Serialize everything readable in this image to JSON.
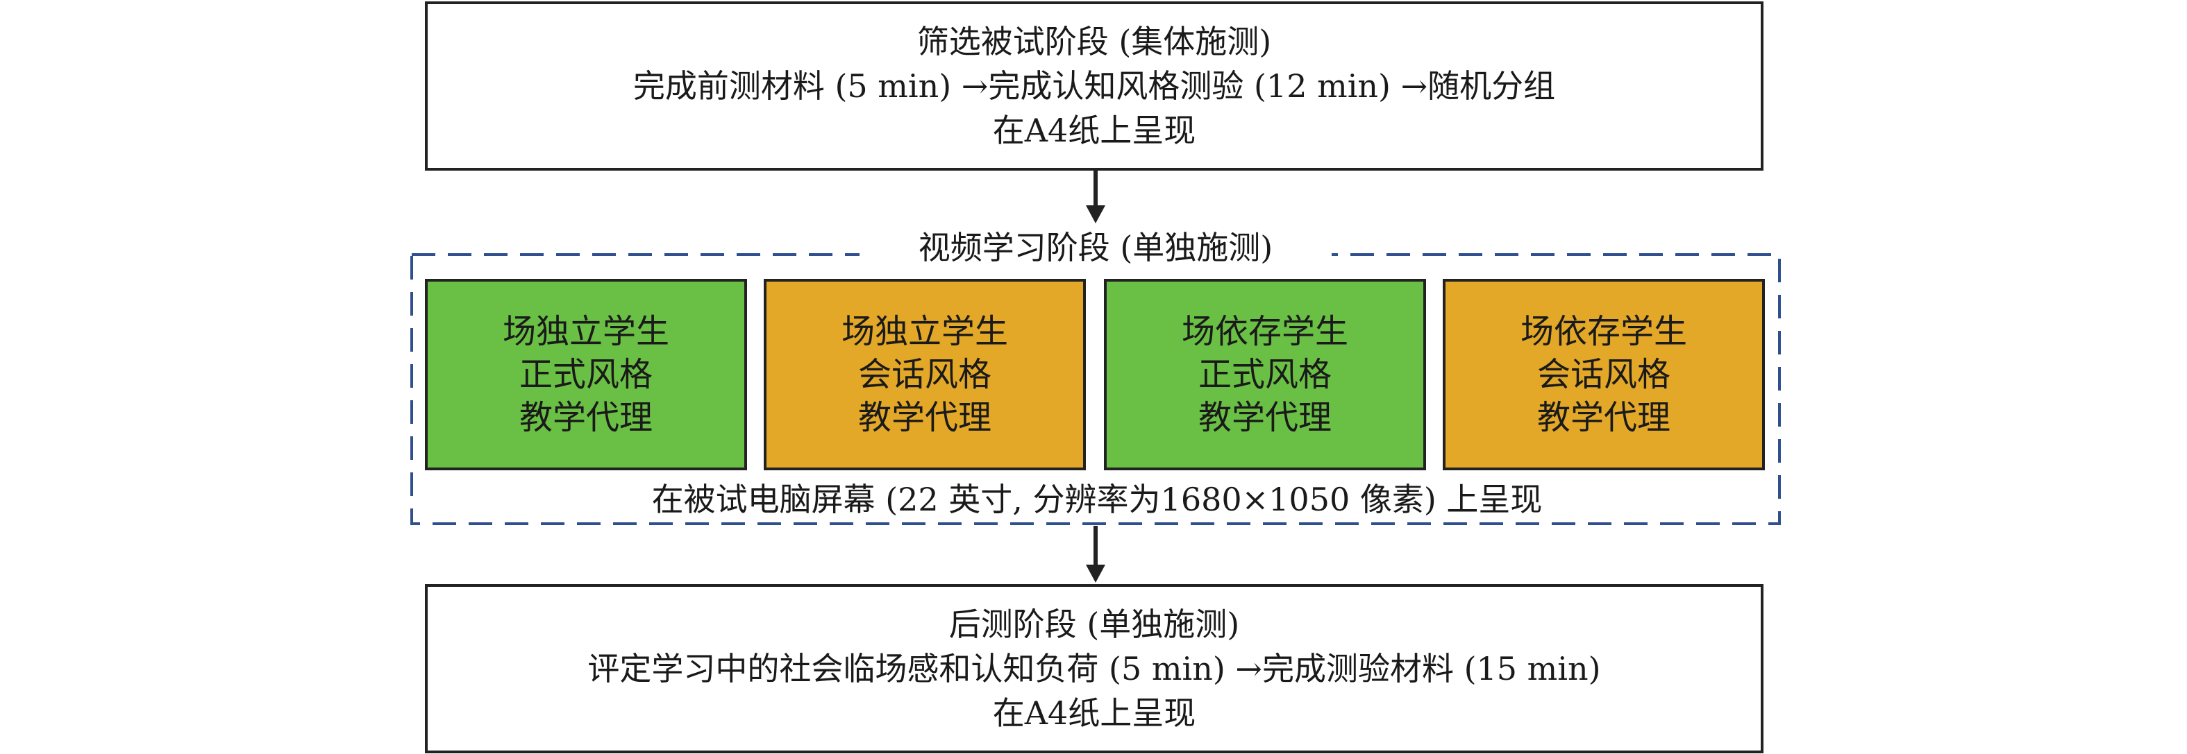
{
  "colors": {
    "formal_fill": "#6abf45",
    "conversational_fill": "#e4a828",
    "dashed_border": "#2f4f8f",
    "box_border": "#222222"
  },
  "stage_screening": {
    "title": "筛选被试阶段 (集体施测)",
    "line2": "完成前测材料 (5 min) →完成认知风格测验 (12 min) →随机分组",
    "line3": "在A4纸上呈现"
  },
  "stage_video": {
    "title": "视频学习阶段 (单独施测)",
    "conditions": [
      {
        "line1": "场独立学生",
        "line2": "正式风格",
        "line3": "教学代理"
      },
      {
        "line1": "场独立学生",
        "line2": "会话风格",
        "line3": "教学代理"
      },
      {
        "line1": "场依存学生",
        "line2": "正式风格",
        "line3": "教学代理"
      },
      {
        "line1": "场依存学生",
        "line2": "会话风格",
        "line3": "教学代理"
      }
    ],
    "note": "在被试电脑屏幕 (22 英寸, 分辨率为1680×1050 像素) 上呈现"
  },
  "stage_posttest": {
    "title": "后测阶段 (单独施测)",
    "line2": "评定学习中的社会临场感和认知负荷 (5 min) →完成测验材料 (15 min)",
    "line3": "在A4纸上呈现"
  }
}
